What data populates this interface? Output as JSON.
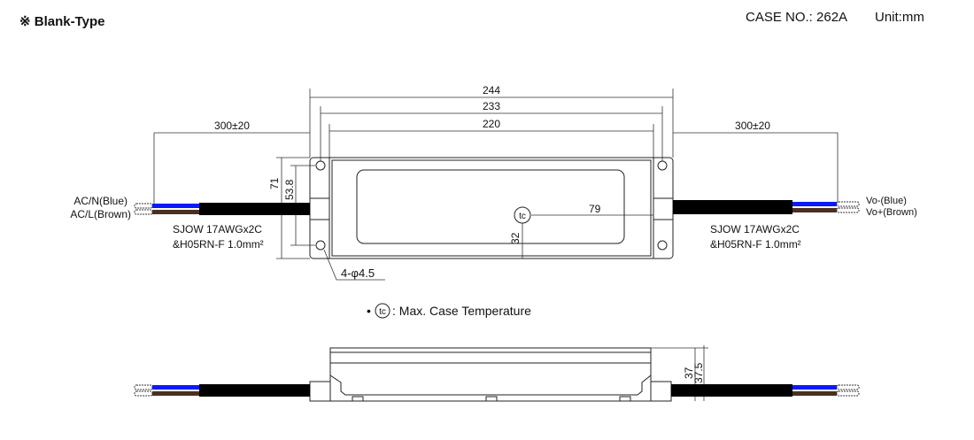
{
  "header": {
    "title": "※ Blank-Type",
    "case_no": "CASE NO.: 262A",
    "unit": "Unit:mm"
  },
  "dimensions": {
    "overall_length": "244",
    "hole_pitch": "233",
    "body_length": "220",
    "cable_left": "300±20",
    "cable_right": "300±20",
    "width": "71",
    "hole_spacing": "53.8",
    "tc_x": "79",
    "tc_y": "32",
    "holes": "4-φ4.5",
    "height": "37",
    "height_total": "37.5"
  },
  "labels": {
    "ac_n": "AC/N(Blue)",
    "ac_l": "AC/L(Brown)",
    "vo_minus": "Vo-(Blue)",
    "vo_plus": "Vo+(Brown)",
    "cable_spec_1": "SJOW 17AWGx2C",
    "cable_spec_2": "&H05RN-F 1.0mm²",
    "tc_symbol": "tc",
    "tc_legend_bullet": "•",
    "tc_legend": ": Max. Case Temperature"
  },
  "colors": {
    "blue_wire": "#0a1aff",
    "brown_wire": "#4a3020",
    "cable": "#000000"
  }
}
